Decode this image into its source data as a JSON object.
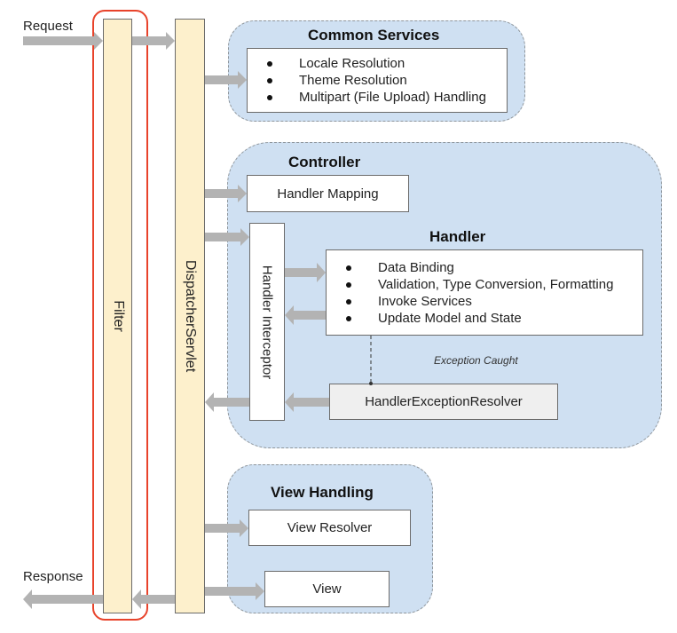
{
  "flow": {
    "request_label": "Request",
    "response_label": "Response"
  },
  "pillars": {
    "filter": "Filter",
    "dispatcher": "DispatcherServlet"
  },
  "common_services": {
    "title": "Common Services",
    "items": [
      "Locale Resolution",
      "Theme Resolution",
      "Multipart (File Upload) Handling"
    ]
  },
  "controller": {
    "title": "Controller",
    "handler_mapping": "Handler Mapping",
    "handler_interceptor": "Handler Interceptor",
    "handler": {
      "title": "Handler",
      "items": [
        "Data Binding",
        "Validation, Type Conversion, Formatting",
        "Invoke Services",
        "Update Model and State"
      ]
    },
    "exception_label": "Exception Caught",
    "exception_resolver": "HandlerExceptionResolver"
  },
  "view_handling": {
    "title": "View Handling",
    "view_resolver": "View Resolver",
    "view": "View"
  },
  "colors": {
    "group_fill": "#cfe0f2",
    "pillar_fill": "#fdf0cc",
    "arrow": "#b3b3b3",
    "highlight": "#e8432b",
    "resolver_fill": "#efefef"
  }
}
